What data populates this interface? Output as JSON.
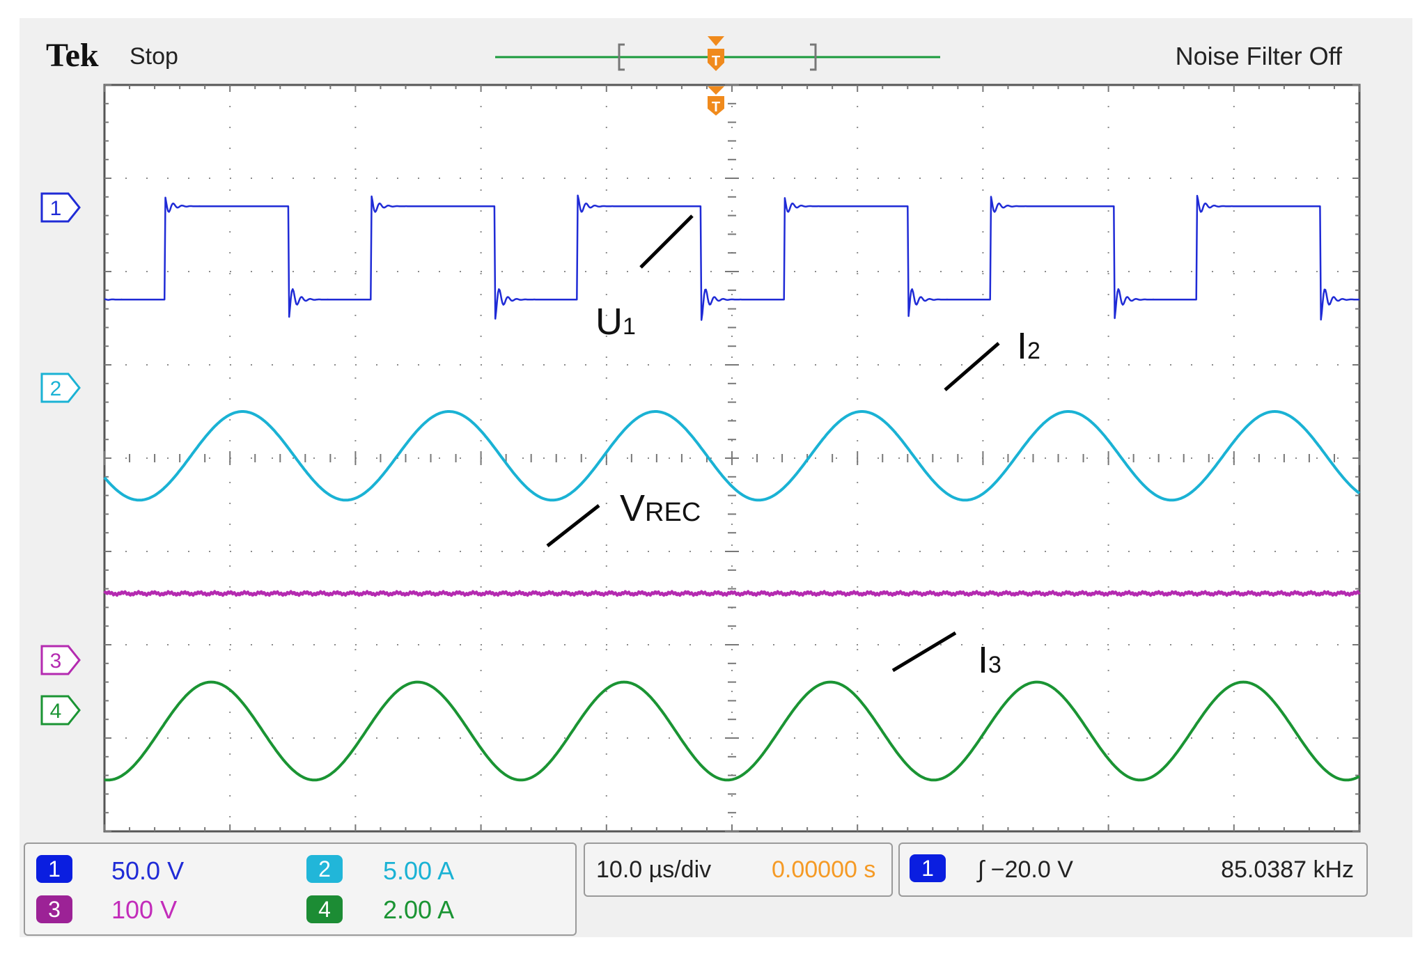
{
  "header": {
    "brand": "Tek",
    "run_state": "Stop",
    "noise_filter": "Noise Filter Off"
  },
  "channels": [
    {
      "number": "1",
      "scale": "50.0 V",
      "color": "#1f2bd6",
      "badge_color": "#0a1ee0"
    },
    {
      "number": "2",
      "scale": "5.00 A",
      "color": "#1ab2d4",
      "badge_color": "#21b6d9"
    },
    {
      "number": "3",
      "scale": "100 V",
      "color": "#b42ab0",
      "badge_color": "#9c2296"
    },
    {
      "number": "4",
      "scale": "2.00 A",
      "color": "#1a9433",
      "badge_color": "#1c8c34"
    }
  ],
  "timebase": {
    "scale": "10.0 µs/div",
    "position": "0.00000 s",
    "position_color": "#f59a25"
  },
  "trigger": {
    "source": "1",
    "level": "∫ −20.0 V",
    "frequency": "85.0387 kHz",
    "marker_color": "#f08a1c"
  },
  "annotations": {
    "u1": "U",
    "u1_sub": "1",
    "i2": "I",
    "i2_sub": "2",
    "vrec": "V",
    "vrec_sub": "REC",
    "i3": "I",
    "i3_sub": "3"
  },
  "chart_data": {
    "type": "line",
    "x_unit": "div",
    "xlim": [
      0,
      10
    ],
    "ylim": [
      0,
      8
    ],
    "grid": true,
    "series": [
      {
        "name": "U1",
        "channel": 1,
        "shape": "square",
        "period_div": 1.645,
        "first_rise_div": 0.48,
        "duty": 0.6,
        "high_div": 6.7,
        "low_div": 5.7
      },
      {
        "name": "I2",
        "channel": 2,
        "shape": "sine",
        "period_div": 1.645,
        "first_peak_div": 1.1,
        "max_div": 4.5,
        "min_div": 3.55
      },
      {
        "name": "VREC",
        "channel": 3,
        "shape": "flat",
        "level_div": 2.55
      },
      {
        "name": "I3",
        "channel": 4,
        "shape": "sine",
        "period_div": 1.645,
        "first_peak_div": 0.85,
        "max_div": 1.6,
        "min_div": 0.55
      }
    ]
  }
}
